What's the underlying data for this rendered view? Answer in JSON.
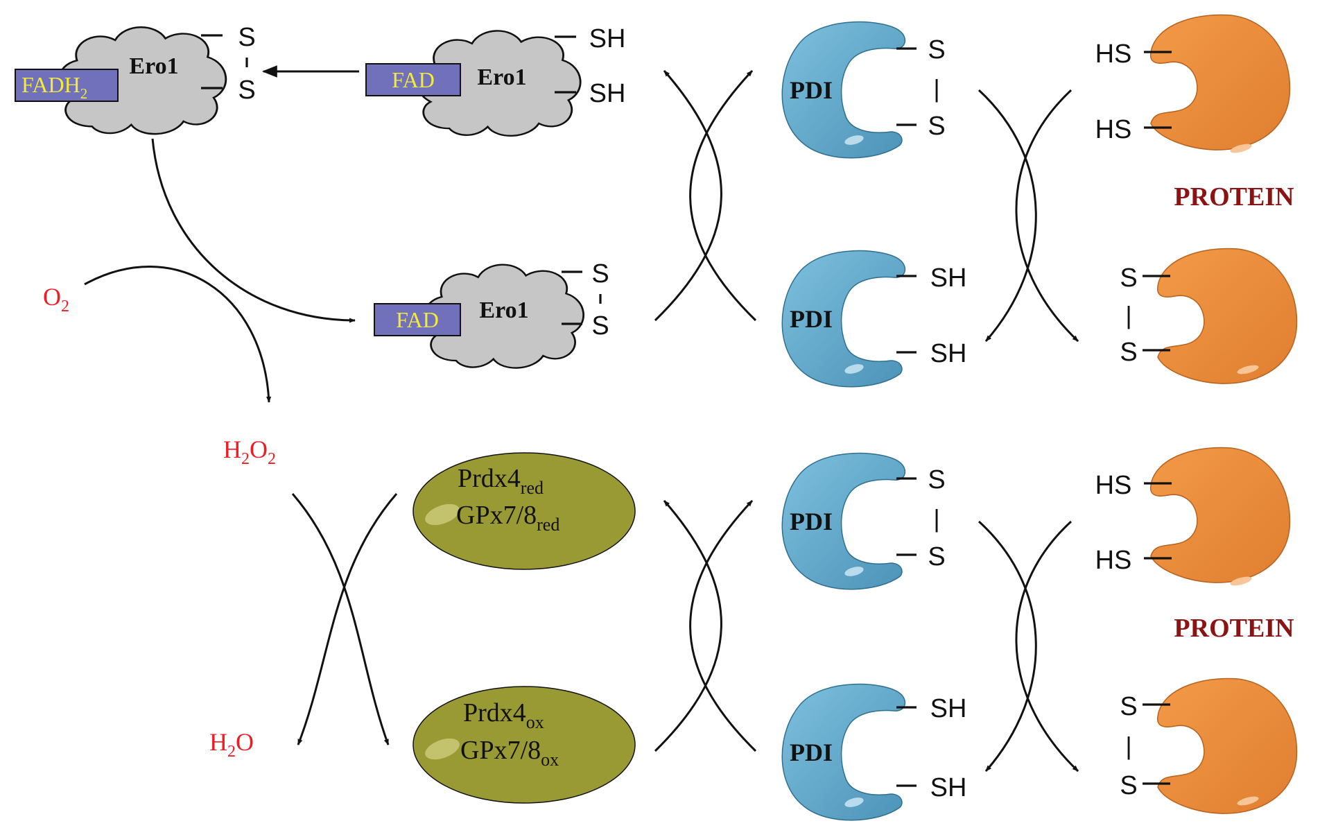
{
  "ero1": {
    "reduced": {
      "enzyme": "Ero1",
      "cofactor": "FADH",
      "cofactor_sub": "2",
      "thiol_top": "S",
      "thiol_bottom": "S"
    },
    "active": {
      "enzyme": "Ero1",
      "cofactor": "FAD",
      "thiol_top": "SH",
      "thiol_bottom": "SH"
    },
    "oxidized": {
      "enzyme": "Ero1",
      "cofactor": "FAD",
      "thiol_top": "S",
      "thiol_bottom": "S"
    }
  },
  "oxygen": {
    "base": "O",
    "sub": "2"
  },
  "peroxide": {
    "h": "H",
    "h_sub": "2",
    "o": "O",
    "o_sub": "2"
  },
  "water": "H2O",
  "prdx_reduced": {
    "line1_base": "Prdx4",
    "line1_sub": "red",
    "line2_base": "GPx7/8",
    "line2_sub": "red"
  },
  "prdx_oxidized": {
    "line1_base": "Prdx4",
    "line1_sub": "ox",
    "line2_base": "GPx7/8",
    "line2_sub": "ox"
  },
  "pdi": [
    {
      "label": "PDI",
      "top": "S",
      "bottom": "S",
      "bridge": "|"
    },
    {
      "label": "PDI",
      "top": "SH",
      "bottom": "SH"
    },
    {
      "label": "PDI",
      "top": "S",
      "bottom": "S",
      "bridge": "|"
    },
    {
      "label": "PDI",
      "top": "SH",
      "bottom": "SH"
    }
  ],
  "protein": [
    {
      "top": "HS",
      "bottom": "HS"
    },
    {
      "top": "S",
      "bottom": "S",
      "bridge": "|"
    },
    {
      "top": "HS",
      "bottom": "HS"
    },
    {
      "top": "S",
      "bottom": "S",
      "bridge": "|"
    }
  ],
  "protein_labels": [
    "PROTEIN",
    "PROTEIN"
  ],
  "colors": {
    "ero1": "#c6c6c6",
    "fad_box": "#7070bb",
    "fad_text": "#f4ea3c",
    "pdi": "#5aa2c8",
    "protein": "#e88a3c",
    "prdx": "#9a9a34",
    "molecule_text": "#ee1c24",
    "protein_label": "#8c1313"
  }
}
